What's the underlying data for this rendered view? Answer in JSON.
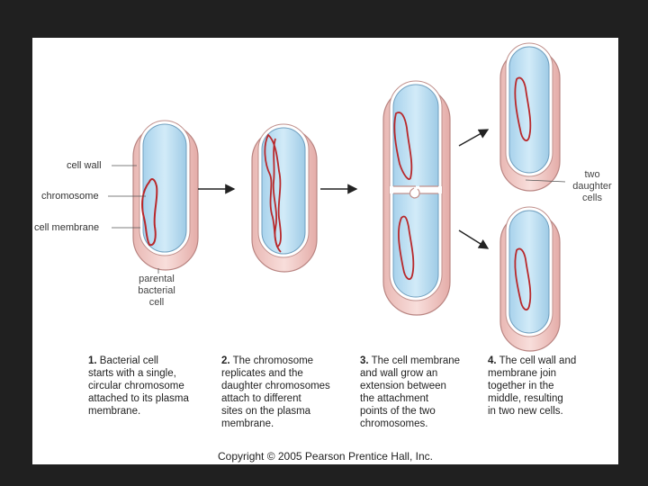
{
  "labels": {
    "cell_wall": "cell wall",
    "chromosome": "chromosome",
    "cell_membrane": "cell membrane",
    "parental": [
      "parental",
      "bacterial",
      "cell"
    ],
    "daughter": [
      "two",
      "daughter",
      "cells"
    ]
  },
  "steps": [
    {
      "num": "1.",
      "lines": [
        "Bacterial cell",
        "starts with a single,",
        "circular chromosome",
        "attached to its plasma",
        "membrane."
      ]
    },
    {
      "num": "2.",
      "lines": [
        "The chromosome",
        "replicates and the",
        "daughter chromosomes",
        "attach to different",
        "sites on the plasma",
        "membrane."
      ]
    },
    {
      "num": "3.",
      "lines": [
        "The cell membrane",
        "and wall grow an",
        "extension between",
        "the attachment",
        "points of the two",
        "chromosomes."
      ]
    },
    {
      "num": "4.",
      "lines": [
        "The cell wall and",
        "membrane join",
        "together in the",
        "middle, resulting",
        "in two new cells."
      ]
    }
  ],
  "copyright": "Copyright © 2005 Pearson Prentice Hall, Inc.",
  "colors": {
    "wall": "#f2cdcb",
    "wall_edge": "#c98f8c",
    "cytoplasm": "#bfe0f2",
    "chromosome": "#b8282b"
  }
}
